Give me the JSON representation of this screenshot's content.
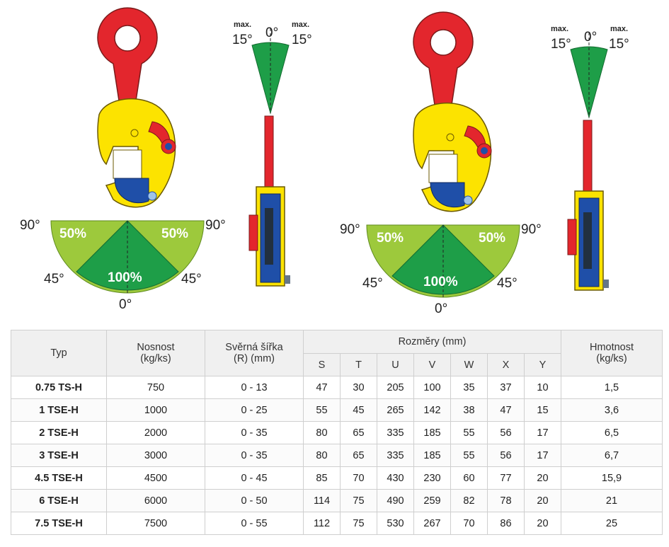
{
  "angles": {
    "max": "max.",
    "fifteen": "15°",
    "zero": "0°",
    "ninety": "90°",
    "fortyfive": "45°",
    "fifty_pct": "50%",
    "hundred_pct": "100%"
  },
  "colors": {
    "shackle_red": "#e3262d",
    "body_yellow": "#fce300",
    "jaw_blue": "#1f4fa8",
    "zone_dark_green": "#1e9e48",
    "zone_light_green": "#9dc93c"
  },
  "table": {
    "head": {
      "typ": "Typ",
      "nosnost": "Nosnost",
      "nosnost_unit": "(kg/ks)",
      "sverna": "Svěrná šířka",
      "sverna_unit": "(R) (mm)",
      "rozmery": "Rozměry (mm)",
      "hmotnost": "Hmotnost",
      "hmotnost_unit": "(kg/ks)",
      "dims": [
        "S",
        "T",
        "U",
        "V",
        "W",
        "X",
        "Y"
      ]
    },
    "rows": [
      {
        "typ": "0.75 TS-H",
        "nosnost": "750",
        "sverna": "0 - 13",
        "d": [
          "47",
          "30",
          "205",
          "100",
          "35",
          "37",
          "10"
        ],
        "hmotnost": "1,5"
      },
      {
        "typ": "1 TSE-H",
        "nosnost": "1000",
        "sverna": "0 - 25",
        "d": [
          "55",
          "45",
          "265",
          "142",
          "38",
          "47",
          "15"
        ],
        "hmotnost": "3,6"
      },
      {
        "typ": "2 TSE-H",
        "nosnost": "2000",
        "sverna": "0 - 35",
        "d": [
          "80",
          "65",
          "335",
          "185",
          "55",
          "56",
          "17"
        ],
        "hmotnost": "6,5"
      },
      {
        "typ": "3 TSE-H",
        "nosnost": "3000",
        "sverna": "0 - 35",
        "d": [
          "80",
          "65",
          "335",
          "185",
          "55",
          "56",
          "17"
        ],
        "hmotnost": "6,7"
      },
      {
        "typ": "4.5 TSE-H",
        "nosnost": "4500",
        "sverna": "0 - 45",
        "d": [
          "85",
          "70",
          "430",
          "230",
          "60",
          "77",
          "20"
        ],
        "hmotnost": "15,9"
      },
      {
        "typ": "6 TSE-H",
        "nosnost": "6000",
        "sverna": "0 - 50",
        "d": [
          "114",
          "75",
          "490",
          "259",
          "82",
          "78",
          "20"
        ],
        "hmotnost": "21"
      },
      {
        "typ": "7.5 TSE-H",
        "nosnost": "7500",
        "sverna": "0 - 55",
        "d": [
          "112",
          "75",
          "530",
          "267",
          "70",
          "86",
          "20"
        ],
        "hmotnost": "25"
      }
    ]
  }
}
